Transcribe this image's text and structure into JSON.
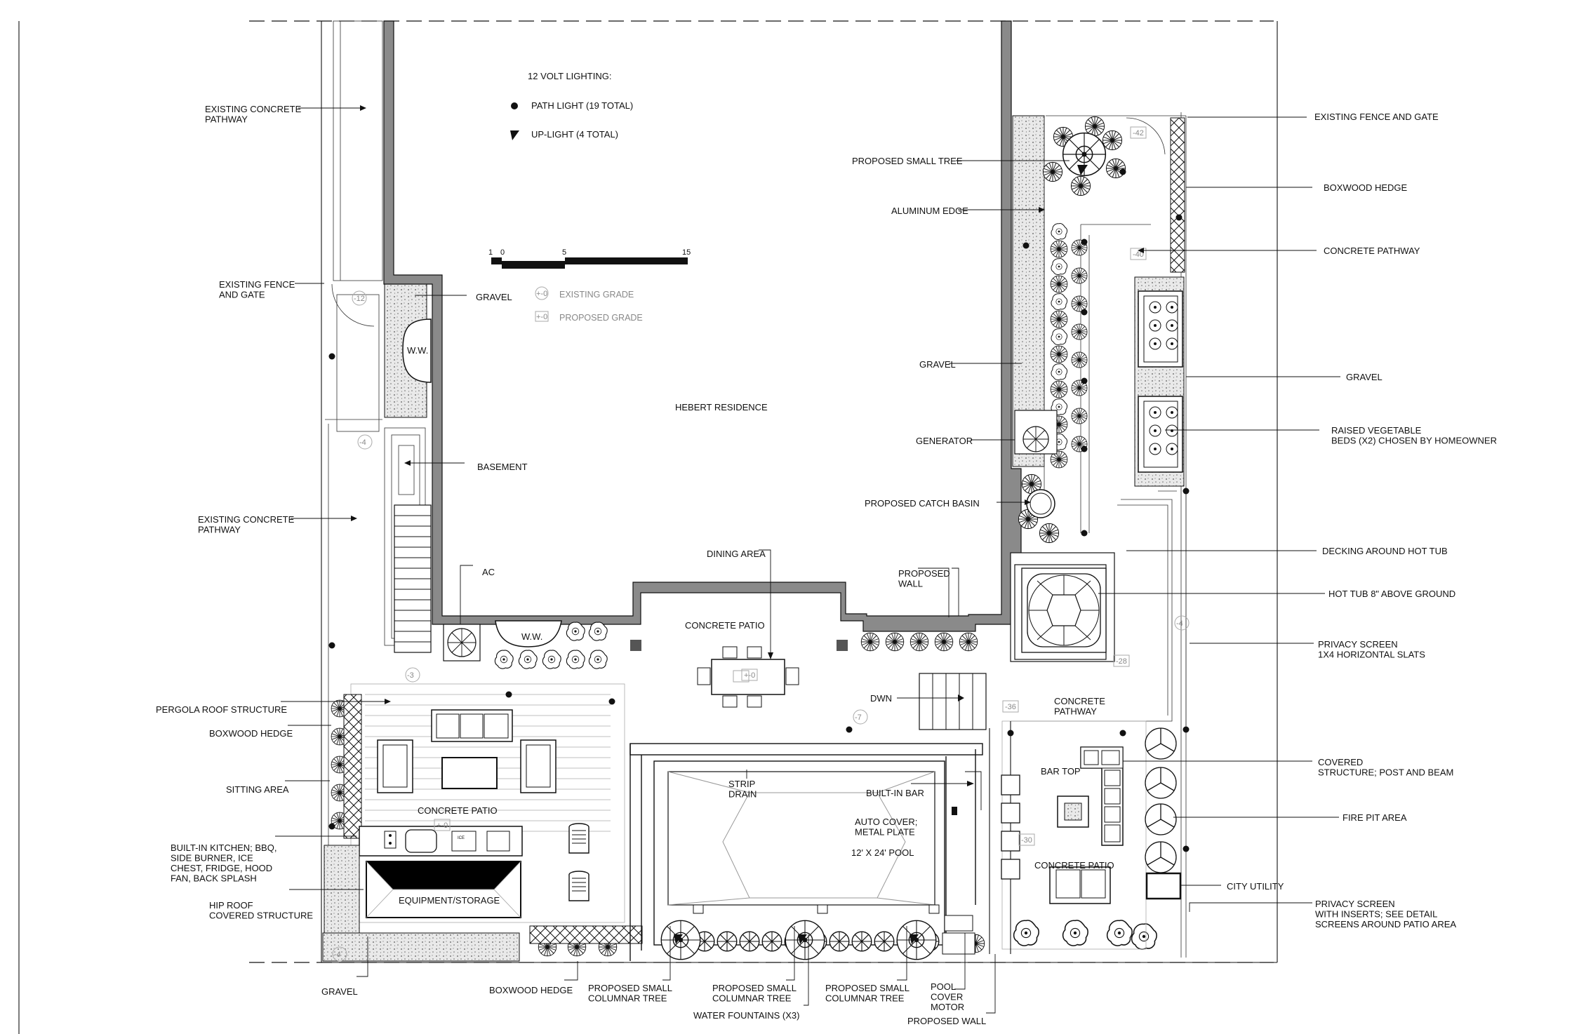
{
  "legend": {
    "title": "12 VOLT LIGHTING:",
    "path_light": "PATH LIGHT (19 TOTAL)",
    "up_light": "UP-LIGHT (4 TOTAL)",
    "existing_grade": "EXISTING GRADE",
    "proposed_grade": "PROPOSED GRADE",
    "grade_symbol": "+-0"
  },
  "scale_bar": {
    "ticks": [
      "1",
      "0",
      "5",
      "15"
    ]
  },
  "house": {
    "label": "HEBERT RESIDENCE"
  },
  "callouts_left": {
    "existing_concrete_pathway_1": "EXISTING CONCRETE\nPATHWAY",
    "existing_fence_gate": "EXISTING FENCE\nAND GATE",
    "existing_concrete_pathway_2": "EXISTING CONCRETE\nPATHWAY",
    "pergola_roof": "PERGOLA ROOF STRUCTURE",
    "boxwood_hedge": "BOXWOOD HEDGE",
    "sitting_area": "SITTING AREA",
    "built_in_kitchen": "BUILT-IN KITCHEN; BBQ,\nSIDE BURNER, ICE\nCHEST, FRIDGE, HOOD\nFAN, BACK SPLASH",
    "hip_roof": "HIP ROOF\nCOVERED STRUCTURE",
    "gravel_bottom": "GRAVEL"
  },
  "callouts_center": {
    "gravel": "GRAVEL",
    "basement": "BASEMENT",
    "ac": "AC",
    "dining_area": "DINING AREA",
    "concrete_patio_center": "CONCRETE PATIO",
    "proposed_wall": "PROPOSED\nWALL",
    "dwn": "DWN",
    "concrete_pathway": "CONCRETE\nPATHWAY",
    "strip_drain": "STRIP\nDRAIN",
    "built_in_bar": "BUILT-IN BAR",
    "auto_cover": "AUTO COVER;\nMETAL PLATE",
    "pool": "12' X 24' POOL",
    "bar_top": "BAR TOP",
    "concrete_patio_left": "CONCRETE PATIO",
    "concrete_patio_right": "CONCRETE PATIO",
    "equipment_storage": "EQUIPMENT/STORAGE",
    "ww": "W.W."
  },
  "callouts_bottom": {
    "boxwood_hedge": "BOXWOOD HEDGE",
    "small_columnar_1": "PROPOSED SMALL\nCOLUMNAR TREE",
    "small_columnar_2": "PROPOSED SMALL\nCOLUMNAR TREE",
    "small_columnar_3": "PROPOSED SMALL\nCOLUMNAR TREE",
    "water_fountains": "WATER FOUNTAINS (X3)",
    "pool_cover_motor": "POOL\nCOVER\nMOTOR",
    "proposed_wall": "PROPOSED WALL"
  },
  "callouts_right": {
    "proposed_small_tree": "PROPOSED SMALL TREE",
    "aluminum_edge": "ALUMINUM EDGE",
    "gravel": "GRAVEL",
    "generator": "GENERATOR",
    "proposed_catch_basin": "PROPOSED CATCH BASIN",
    "existing_fence_gate": "EXISTING FENCE AND GATE",
    "boxwood_hedge": "BOXWOOD HEDGE",
    "concrete_pathway": "CONCRETE PATHWAY",
    "gravel_far": "GRAVEL",
    "raised_beds": "RAISED VEGETABLE\nBEDS (X2) CHOSEN BY HOMEOWNER",
    "decking_hot_tub": "DECKING AROUND HOT TUB",
    "hot_tub": "HOT TUB 8\" ABOVE GROUND",
    "privacy_screen_1": "PRIVACY SCREEN\n1X4 HORIZONTAL SLATS",
    "covered_structure": "COVERED\nSTRUCTURE; POST AND BEAM",
    "fire_pit": "FIRE PIT AREA",
    "city_utility": "CITY UTILITY",
    "privacy_screen_2": "PRIVACY SCREEN\nWITH INSERTS; SEE DETAIL\nSCREENS AROUND PATIO AREA"
  },
  "grades": [
    "-12",
    "-4",
    "-3",
    "-42",
    "-40",
    "-36",
    "-28",
    "-4",
    "-7",
    "+-0",
    "+-0",
    "-30",
    "-4"
  ]
}
